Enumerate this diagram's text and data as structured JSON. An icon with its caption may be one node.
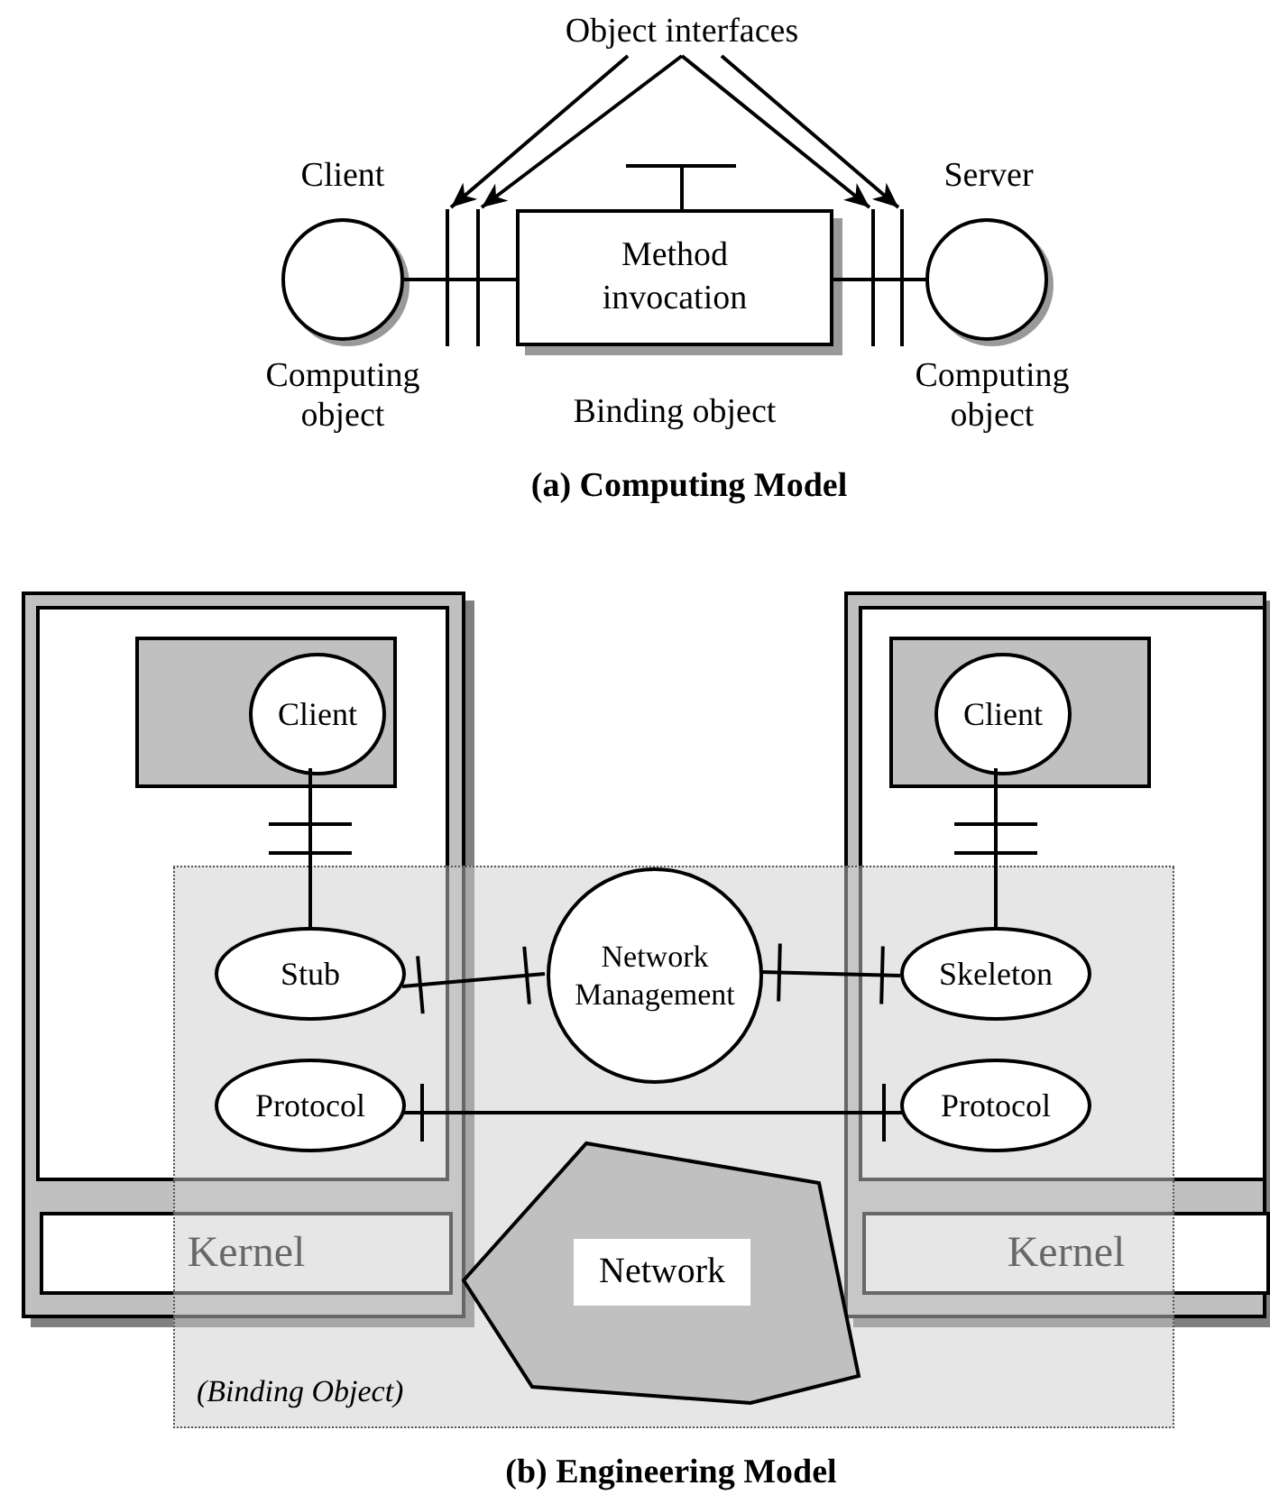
{
  "diagram": {
    "nodes": [
      {
        "text": [
          "Client"
        ],
        "beside": [
          "Computing object"
        ]
      },
      {
        "text": [
          "Method invocation"
        ],
        "beside": [
          "Binding object"
        ]
      },
      {
        "text": [
          "Server"
        ],
        "beside": [
          "Computing object"
        ]
      },
      {
        "text": [
          "Object interfaces"
        ]
      },
      {
        "text": [],
        "shape": "bar"
      },
      {
        "text": [],
        "shape": "bar"
      },
      {
        "text": [],
        "shape": "bar"
      },
      {
        "text": [],
        "shape": "bar"
      },
      {
        "text": [],
        "shape": "box"
      },
      {
        "text": [],
        "shape": "box",
        "in": 8
      },
      {
        "text": [
          "Client"
        ],
        "in": 9
      },
      {
        "text": [],
        "shape": "box"
      },
      {
        "text": [],
        "shape": "box",
        "in": 11
      },
      {
        "text": [
          "Client"
        ],
        "in": 12
      },
      {
        "text": [
          "(Binding Object)"
        ]
      },
      {
        "text": [
          "Stub"
        ]
      },
      {
        "text": [
          "Network Management"
        ],
        "in": 14
      },
      {
        "text": [
          "Skeleton"
        ]
      },
      {
        "text": [
          "Protocol"
        ]
      },
      {
        "text": [
          "Protocol"
        ]
      },
      {
        "text": [
          "Kernel"
        ],
        "in": 8
      },
      {
        "text": [
          "Network"
        ],
        "in": 14
      },
      {
        "text": [
          "Kernel"
        ],
        "in": 11
      }
    ],
    "edges": [
      {
        "from": 3,
        "to": 4,
        "arrow": "to"
      },
      {
        "from": 3,
        "to": 5,
        "arrow": "to"
      },
      {
        "from": 3,
        "to": 6,
        "arrow": "to"
      },
      {
        "from": 3,
        "to": 7,
        "arrow": "to"
      },
      {
        "from": 0,
        "to": 1,
        "arrow": "none"
      },
      {
        "from": 1,
        "to": 2,
        "arrow": "none"
      },
      {
        "from": 10,
        "to": 15,
        "arrow": "none"
      },
      {
        "from": 13,
        "to": 17,
        "arrow": "none"
      },
      {
        "from": 15,
        "to": 16,
        "arrow": "other"
      },
      {
        "from": 16,
        "to": 17,
        "arrow": "other"
      },
      {
        "from": 18,
        "to": 19,
        "arrow": "other"
      }
    ],
    "labels": [
      "(a) Computing Model",
      "(b) Engineering Model"
    ]
  }
}
